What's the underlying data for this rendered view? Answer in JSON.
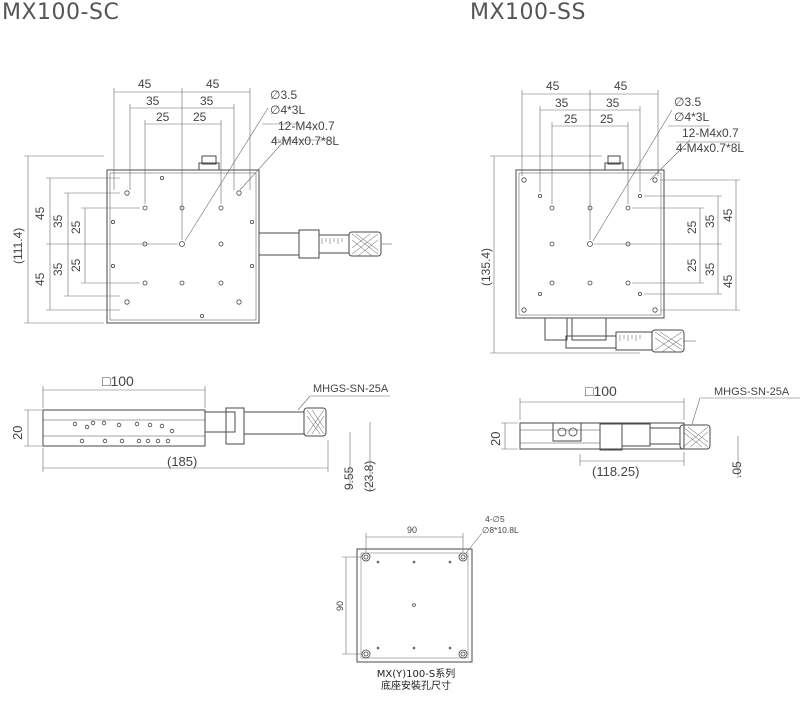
{
  "titles": {
    "sc": "MX100-SC",
    "ss": "MX100-SS"
  },
  "sc_top": {
    "dims_top": [
      "45",
      "45",
      "35",
      "35",
      "25",
      "25"
    ],
    "hole_notes": [
      "∅3.5",
      "∅4*3L",
      "12-M4x0.7",
      "4-M4x0.7*8L"
    ],
    "dims_left": [
      "(111.4)",
      "45",
      "35",
      "25",
      "25",
      "35",
      "45"
    ]
  },
  "ss_top": {
    "dims_top": [
      "45",
      "45",
      "35",
      "35",
      "25",
      "25"
    ],
    "hole_notes": [
      "∅3.5",
      "∅4*3L",
      "12-M4x0.7",
      "4-M4x0.7*8L"
    ],
    "dims_left": [
      "(135.4)"
    ],
    "dims_right": [
      "45",
      "35",
      "25",
      "25",
      "35",
      "45"
    ]
  },
  "sc_side": {
    "size": "□100",
    "micrometer": "MHGS-SN-25A",
    "height": "20",
    "length": "(185)",
    "d1": "9.55",
    "d2": "(23.8)"
  },
  "ss_side": {
    "size": "□100",
    "micrometer": "MHGS-SN-25A",
    "height": "20",
    "length": "(118.25)",
    "d1": ".05"
  },
  "base": {
    "dim_w": "90",
    "dim_h": "90",
    "note1": "4-∅5",
    "note2": "∅8*10.8L",
    "caption_line1": "MX(Y)100-S系列",
    "caption_line2": "底座安裝孔尺寸"
  }
}
